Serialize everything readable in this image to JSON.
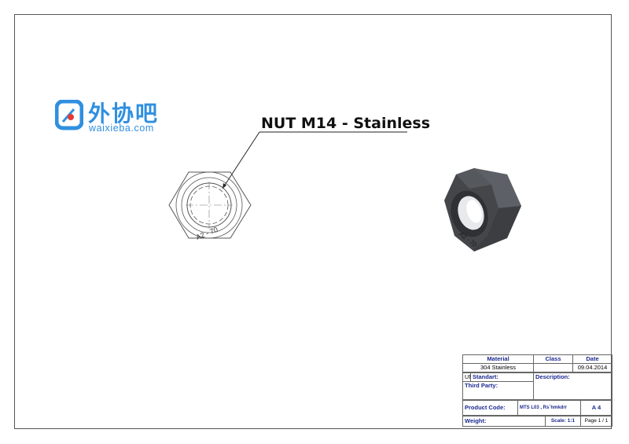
{
  "logo": {
    "main": "外协吧",
    "sub": "waixieba.com"
  },
  "drawing": {
    "title": "NUT M14 - Stainless",
    "front_marking": "A2 - 70",
    "iso_marking": "A2 - 70"
  },
  "title_block": {
    "headers": {
      "material": "Material",
      "class": "Class",
      "date": "Date"
    },
    "material_value": "304 Stainless",
    "class_value": "",
    "date_value": "09.04.2014",
    "un_label": "UN",
    "standart_label": "Standart:",
    "description_label": "Description:",
    "third_party_label": "Third Party:",
    "product_code_label": "Product Code:",
    "product_code_value": "MTS L03 , Rs`hmkdrr",
    "sheet_size": "A 4",
    "weight_label": "Weight:",
    "scale": "Scale: 1:1",
    "page": "Page 1 / 1"
  },
  "colors": {
    "logo_blue": "#2f8fe0",
    "title_block_blue": "#1b2a8f",
    "nut_dark": "#45474b"
  }
}
